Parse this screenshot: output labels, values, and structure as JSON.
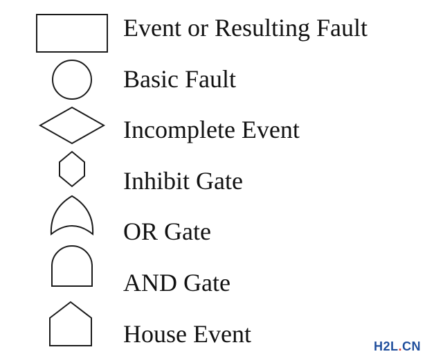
{
  "legend": {
    "items": [
      {
        "id": "event",
        "symbol": "rectangle",
        "label": "Event or Resulting Fault"
      },
      {
        "id": "basic-fault",
        "symbol": "circle",
        "label": "Basic Fault"
      },
      {
        "id": "incomplete-event",
        "symbol": "diamond",
        "label": "Incomplete Event"
      },
      {
        "id": "inhibit-gate",
        "symbol": "hexagon",
        "label": "Inhibit Gate"
      },
      {
        "id": "or-gate",
        "symbol": "or-gate",
        "label": "OR Gate"
      },
      {
        "id": "and-gate",
        "symbol": "and-gate",
        "label": "AND Gate"
      },
      {
        "id": "house-event",
        "symbol": "house",
        "label": "House Event"
      }
    ]
  },
  "watermark": {
    "text_main": "H2L",
    "text_dot": ".",
    "text_suffix": "CN",
    "color_main": "#1f4e9c",
    "color_dot": "#e23b2e"
  },
  "colors": {
    "stroke": "#1a1a1a",
    "text": "#111111",
    "background": "#ffffff"
  }
}
